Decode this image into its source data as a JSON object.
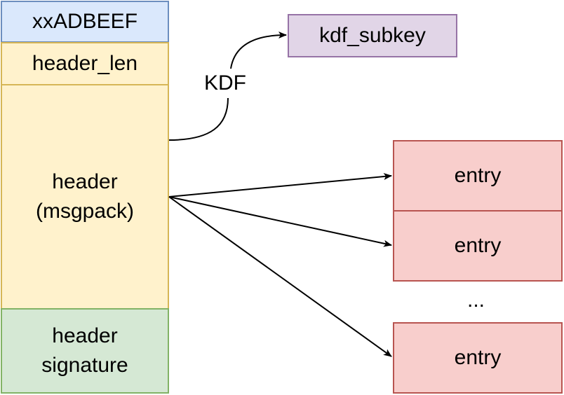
{
  "header_blocks": {
    "magic": "xxADBEEF",
    "header_len": "header_len",
    "header": [
      "header",
      "(msgpack)"
    ],
    "signature": [
      "header",
      "signature"
    ]
  },
  "kdf": {
    "edge_label": "KDF",
    "target": "kdf_subkey"
  },
  "entries": {
    "items": [
      "entry",
      "entry",
      "entry"
    ],
    "ellipsis": "..."
  },
  "colors": {
    "blue_fill": "#dae8fc",
    "blue_stroke": "#6c8ebf",
    "yellow_fill": "#fff2cc",
    "yellow_stroke": "#d6b656",
    "green_fill": "#d5e8d4",
    "green_stroke": "#82b366",
    "purple_fill": "#e1d5e7",
    "purple_stroke": "#9673a6",
    "red_fill": "#f8cecc",
    "red_stroke": "#b85450"
  }
}
